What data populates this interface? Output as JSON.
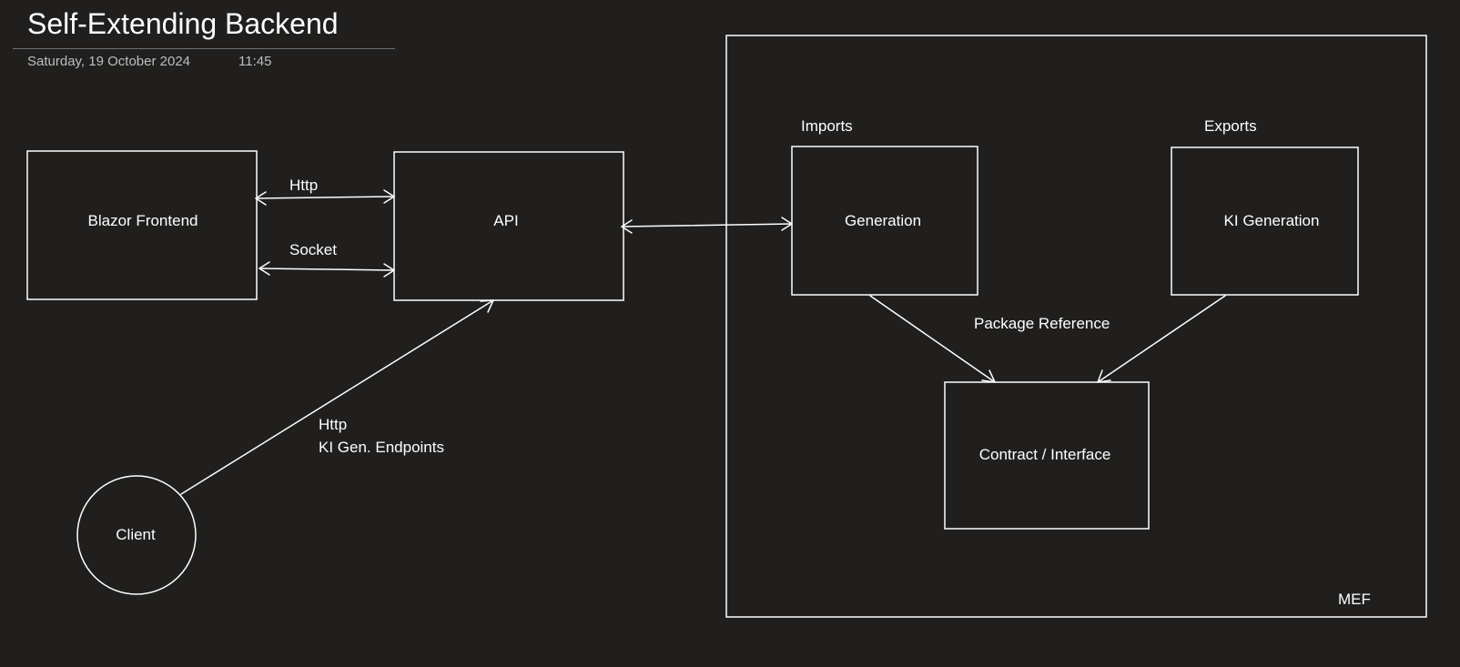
{
  "page": {
    "title": "Self-Extending Backend",
    "date": "Saturday, 19 October 2024",
    "time": "11:45"
  },
  "colors": {
    "background": "#201f1e",
    "stroke": "#ffffff",
    "meta_text": "#bdbdbd"
  },
  "nodes": {
    "blazor_frontend": "Blazor Frontend",
    "api": "API",
    "client": "Client",
    "generation": "Generation",
    "ki_generation": "KI Generation",
    "contract_interface": "Contract / Interface"
  },
  "container": {
    "label": "MEF"
  },
  "edge_labels": {
    "http": "Http",
    "socket": "Socket",
    "client_http": "Http",
    "client_endpoints": "KI Gen. Endpoints",
    "imports": "Imports",
    "exports": "Exports",
    "package_reference": "Package Reference"
  }
}
